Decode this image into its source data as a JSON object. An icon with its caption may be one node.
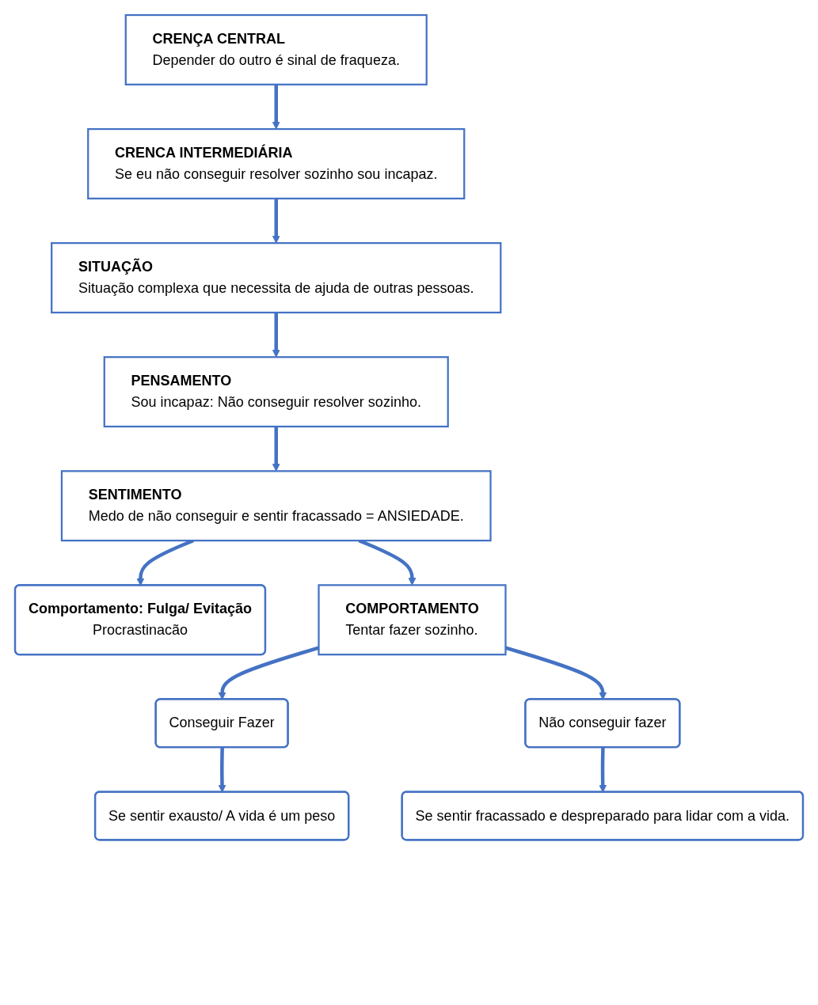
{
  "diagram": {
    "nodes": [
      {
        "text": [
          "CRENÇA CENTRAL",
          "Depender do outro é sinal de fraqueza."
        ]
      },
      {
        "text": [
          "CRENCA INTERMEDIÁRIA",
          "Se eu não conseguir resolver sozinho sou incapaz."
        ]
      },
      {
        "text": [
          "SITUAÇÃO",
          "Situação complexa que necessita de ajuda de outras pessoas."
        ]
      },
      {
        "text": [
          "PENSAMENTO",
          "Sou incapaz: Não conseguir resolver sozinho."
        ]
      },
      {
        "text": [
          "SENTIMENTO",
          "Medo de não conseguir e sentir fracassado = ANSIEDADE."
        ]
      },
      {
        "text": [
          "Comportamento: Fulga/ Evitação",
          "Procrastinacão"
        ]
      },
      {
        "text": [
          "COMPORTAMENTO",
          "Tentar fazer sozinho."
        ]
      },
      {
        "text": [
          "Conseguir Fazer"
        ]
      },
      {
        "text": [
          "Não conseguir fazer"
        ]
      },
      {
        "text": [
          "Se sentir exausto/ A vida é um peso"
        ]
      },
      {
        "text": [
          "Se sentir fracassado e despreparado para lidar com a vida."
        ]
      }
    ],
    "edges": [
      {
        "from": 0,
        "to": 1,
        "arrow": "to"
      },
      {
        "from": 1,
        "to": 2,
        "arrow": "to"
      },
      {
        "from": 2,
        "to": 3,
        "arrow": "to"
      },
      {
        "from": 3,
        "to": 4,
        "arrow": "to"
      },
      {
        "from": 4,
        "to": 6,
        "arrow": "to"
      },
      {
        "from": 4,
        "to": 5,
        "arrow": "to"
      },
      {
        "from": 6,
        "to": 7,
        "arrow": "to"
      },
      {
        "from": 6,
        "to": 8,
        "arrow": "to"
      },
      {
        "from": 7,
        "to": 9,
        "arrow": "to"
      },
      {
        "from": 8,
        "to": 10,
        "arrow": "to"
      }
    ]
  }
}
